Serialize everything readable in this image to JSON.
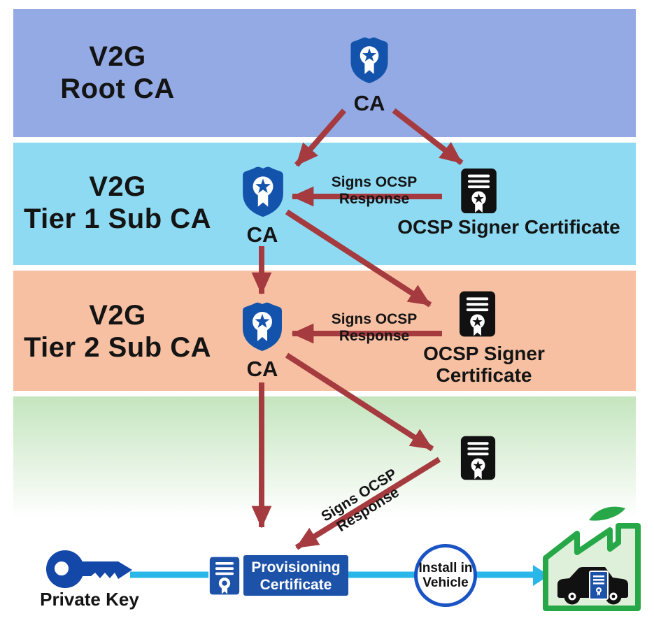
{
  "title": "V2G PKI certificate hierarchy diagram",
  "bands": [
    {
      "name": "V2G Root CA tier",
      "line1": "V2G",
      "line2": "Root CA",
      "color": "#93aae4"
    },
    {
      "name": "V2G Tier 1 Sub CA tier",
      "line1": "V2G",
      "line2": "Tier 1 Sub CA",
      "color": "#8edaf3"
    },
    {
      "name": "V2G Tier 2 Sub CA tier",
      "line1": "V2G",
      "line2": "Tier 2 Sub CA",
      "color": "#f7c0a2"
    },
    {
      "name": "provisioning tier",
      "color": "#c4e5be"
    }
  ],
  "nodes": {
    "root_ca": {
      "label": "CA",
      "icon": "ca-shield-star-ribbon"
    },
    "tier1_ca": {
      "label": "CA",
      "icon": "ca-shield-star-ribbon"
    },
    "tier2_ca": {
      "label": "CA",
      "icon": "ca-shield-star-ribbon"
    },
    "tier1_ocsp": {
      "label": "OCSP Signer Certificate",
      "icon": "certificate-document"
    },
    "tier2_ocsp": {
      "line1": "OCSP Signer",
      "line2": "Certificate",
      "icon": "certificate-document"
    },
    "bottom_ocsp": {
      "icon": "certificate-document"
    }
  },
  "edges": {
    "tier1_signs": "Signs OCSP Response",
    "tier2_signs": "Signs OCSP Response",
    "bottom_signs": "Signs OCSP Response"
  },
  "bottom": {
    "private_key": "Private Key",
    "provisioning": {
      "line1": "Provisioning",
      "line2": "Certificate"
    },
    "install": {
      "line1": "Install in",
      "line2": "Vehicle"
    }
  },
  "colors": {
    "arrow_red": "#a53a3f",
    "flow_cyan": "#29b6e9",
    "shield_blue": "#1453ab",
    "certificate_black": "#111111",
    "provisioning_blue": "#1d52a9",
    "key_blue": "#1347a8",
    "install_ring_blue": "#1a54c4",
    "factory_green": "#27a848",
    "factory_fill": "#def0da"
  }
}
